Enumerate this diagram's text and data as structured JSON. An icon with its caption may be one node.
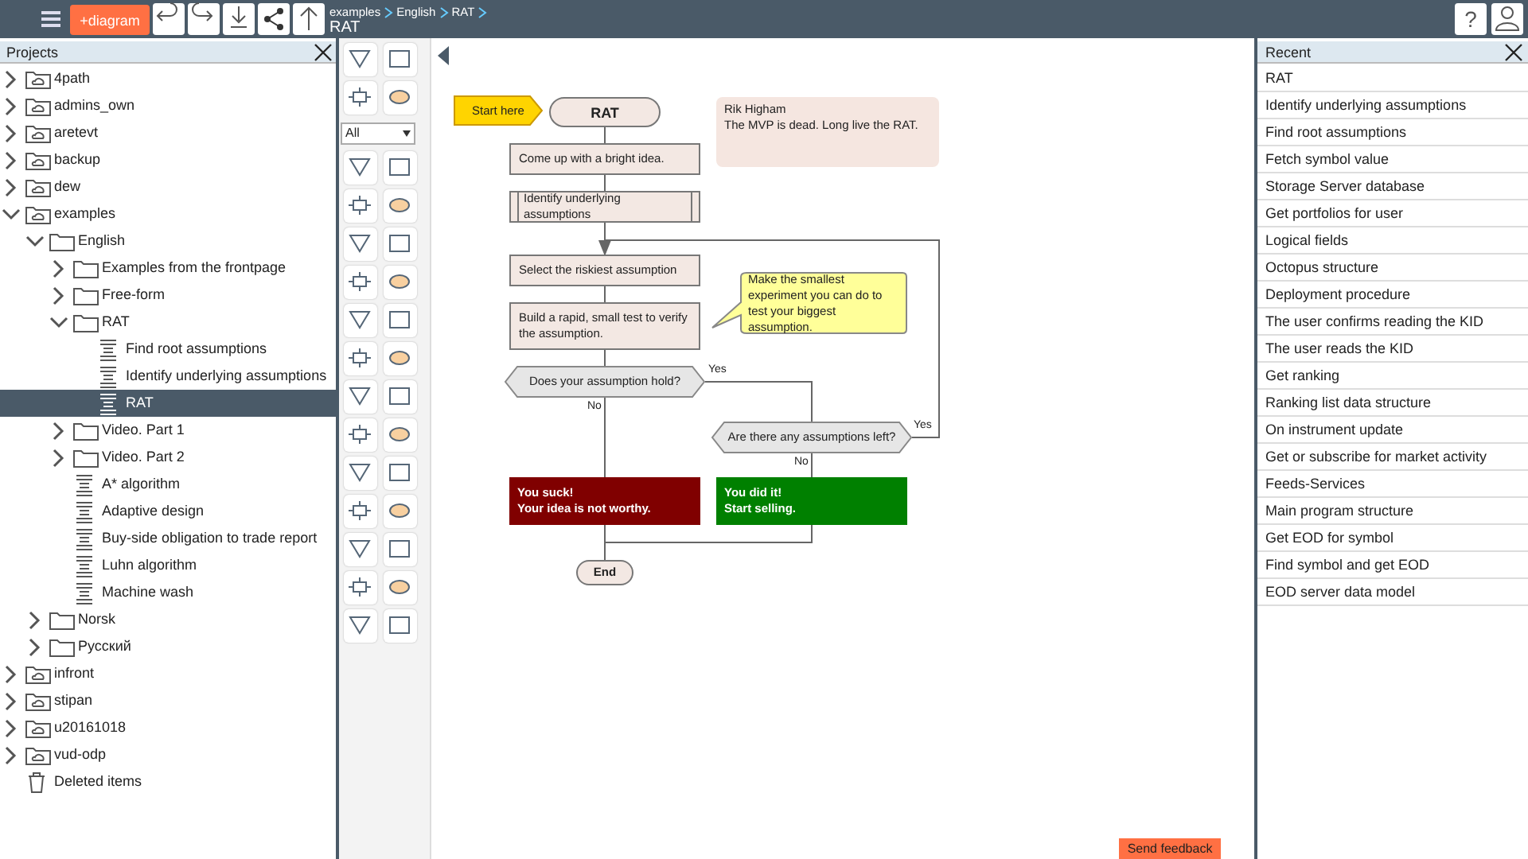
{
  "diagram": {
    "title": "RAT",
    "nodes": [
      {
        "text": [
          "Start here"
        ]
      },
      {
        "text": [
          "RAT"
        ]
      },
      {
        "text": [
          "Rik Higham",
          "The MVP is dead. Long live the RAT."
        ]
      },
      {
        "text": [
          "Come up with a bright idea."
        ]
      },
      {
        "text": [
          "Identify underlying assumptions"
        ]
      },
      {
        "text": [
          "Select the riskiest assumption"
        ]
      },
      {
        "text": [
          "Build a rapid, small test to verify the assumption."
        ]
      },
      {
        "text": [
          "Make the smallest experiment you can do to test your biggest assumption."
        ]
      },
      {
        "text": [
          "Does your assumption hold?"
        ]
      },
      {
        "text": [
          "Are there any assumptions left?"
        ]
      },
      {
        "text": [
          "You suck!",
          "Your idea is not worthy."
        ]
      },
      {
        "text": [
          "You did it!",
          "Start selling."
        ]
      },
      {
        "text": [
          "End"
        ]
      }
    ],
    "edges": [
      {
        "from": 1,
        "to": 3,
        "arrow": "none"
      },
      {
        "from": 3,
        "to": 4,
        "arrow": "none"
      },
      {
        "from": 4,
        "to": 5,
        "arrow": "none"
      },
      {
        "from": 5,
        "to": 6,
        "arrow": "none"
      },
      {
        "from": 6,
        "to": 8,
        "arrow": "none"
      },
      {
        "from": 8,
        "to": 10,
        "arrow": "none",
        "label": "No"
      },
      {
        "from": 8,
        "to": 9,
        "arrow": "none",
        "label": "Yes"
      },
      {
        "from": 9,
        "to": 11,
        "arrow": "none",
        "label": "No"
      },
      {
        "from": 9,
        "to": 5,
        "arrow": "to",
        "label": "Yes"
      },
      {
        "from": 10,
        "to": 12,
        "arrow": "none"
      },
      {
        "from": 11,
        "to": 12,
        "arrow": "none"
      }
    ],
    "labels": [
      "+diagram",
      "examples",
      "English",
      "RAT",
      "?",
      "Projects",
      "4path",
      "admins_own",
      "aretevt",
      "backup",
      "dew",
      "examples",
      "English",
      "Examples from the frontpage",
      "Free-form",
      "RAT",
      "Find root assumptions",
      "Identify underlying assumptions",
      "RAT",
      "Video. Part 1",
      "Video. Part 2",
      "A* algorithm",
      "Adaptive design",
      "Buy-side obligation to trade report",
      "Luhn algorithm",
      "Machine wash",
      "Norsk",
      "Русский",
      "infront",
      "stipan",
      "u20161018",
      "vud-odp",
      "Deleted items",
      "All",
      "Recent",
      "RAT",
      "Identify underlying assumptions",
      "Find root assumptions",
      "Fetch symbol value",
      "Storage Server database",
      "Get portfolios for user",
      "Logical fields",
      "Octopus structure",
      "Deployment procedure",
      "The user confirms reading the KID",
      "The user reads the KID",
      "Get ranking",
      "Ranking list data structure",
      "On instrument update",
      "Get or subscribe for market activity",
      "Feeds-Services",
      "Main program structure",
      "Get EOD for symbol",
      "Find symbol and get EOD",
      "EOD server data model",
      "Send feedback"
    ]
  }
}
